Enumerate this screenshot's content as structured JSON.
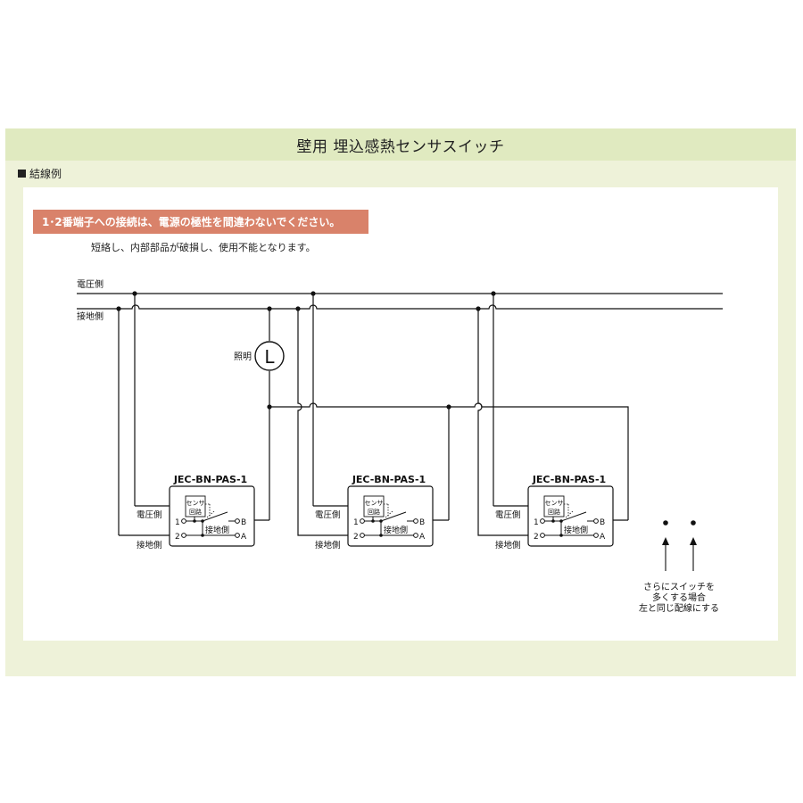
{
  "title": "壁用 埋込感熱センサスイッチ",
  "section_label": "結線例",
  "warning": {
    "banner": "1･2番端子への接続は、電源の極性を間違わないでください。",
    "sub": "短絡し、内部部品が破損し、使用不能となります。"
  },
  "lines": {
    "voltage": "電圧側",
    "ground": "接地側"
  },
  "lamp": {
    "label": "照明",
    "symbol": "L"
  },
  "switch": {
    "model": "JEC-BN-PAS-1",
    "voltage_side": "電圧側",
    "ground_side": "接地側",
    "sensor_line1": "センサ",
    "sensor_line2": "回路",
    "inner_ground": "接地側",
    "term1": "1",
    "term2": "2",
    "termB": "B",
    "termA": "A"
  },
  "note": {
    "line1": "さらにスイッチを",
    "line2": "多くする場合",
    "line3": "左と同じ配線にする"
  }
}
